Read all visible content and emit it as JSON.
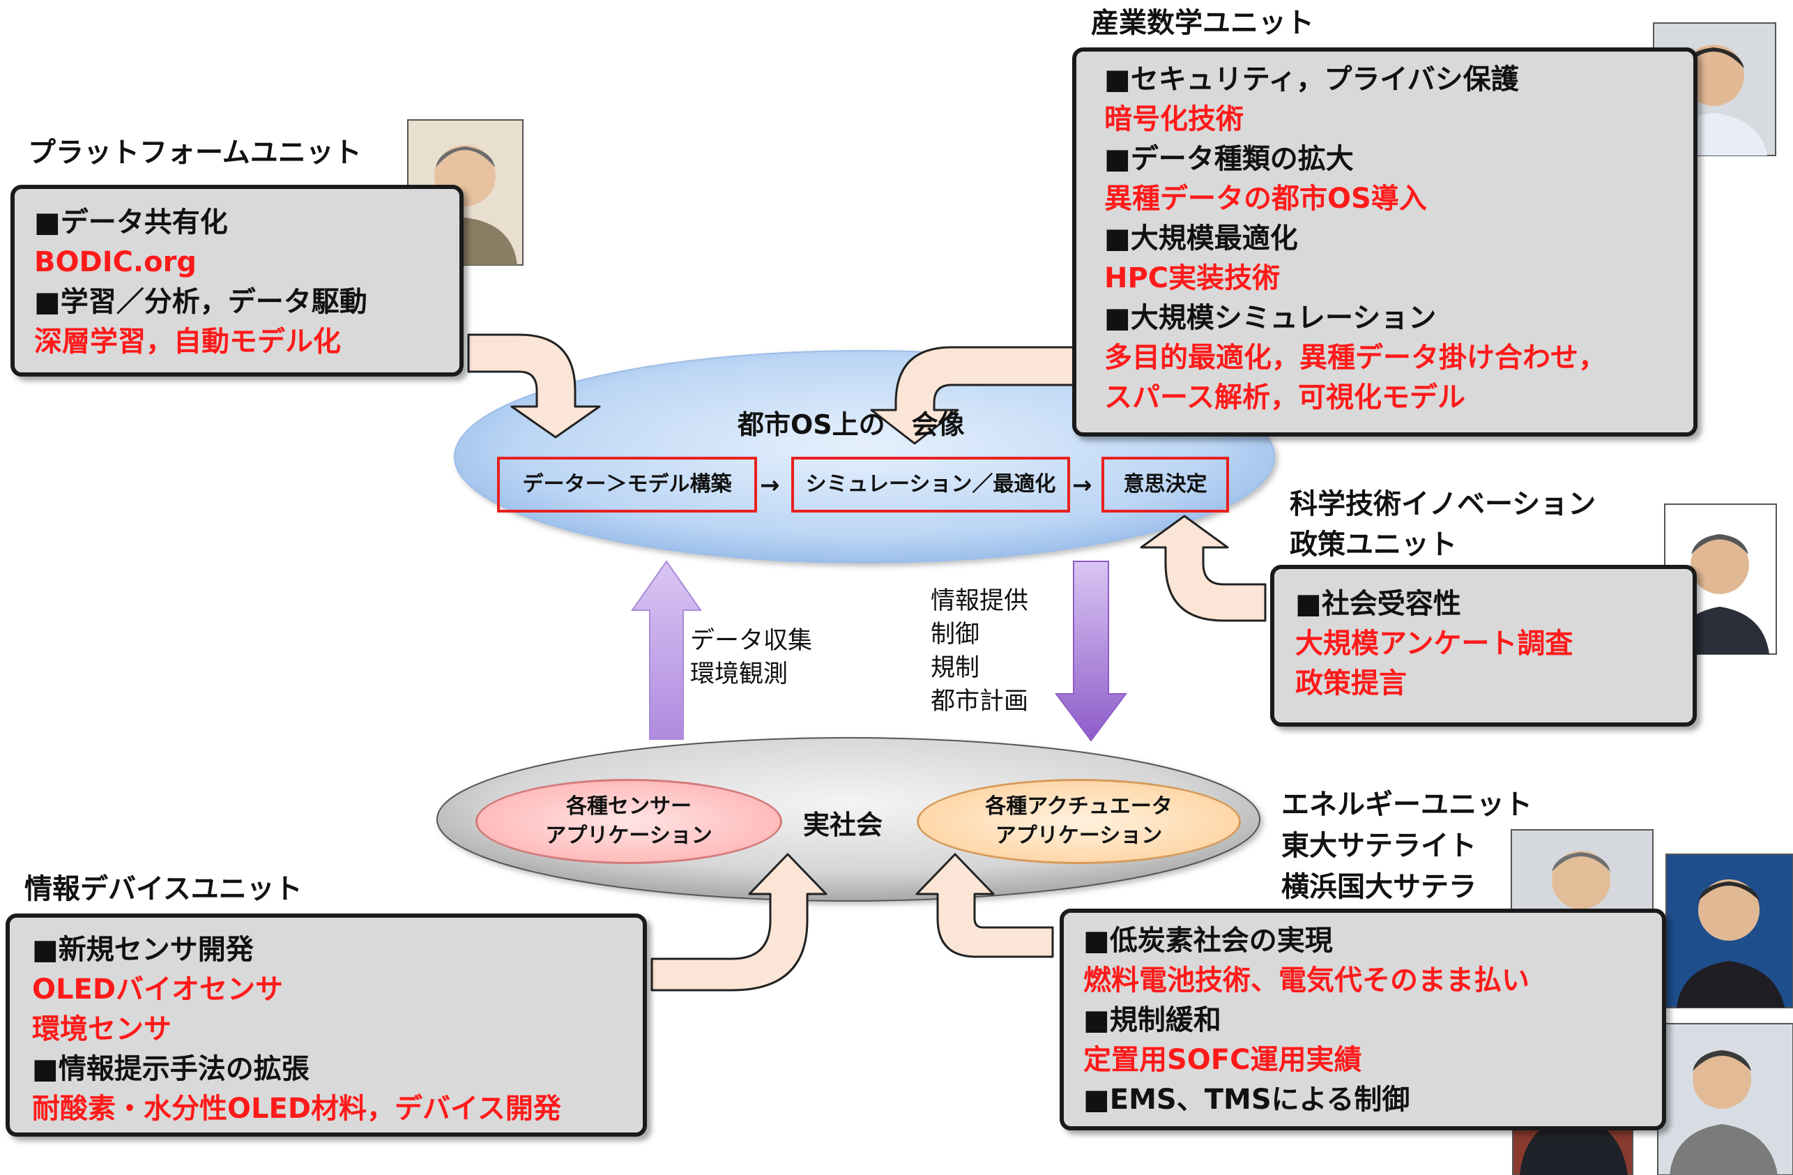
{
  "platform": {
    "title": "プラットフォームユニット",
    "lines": [
      {
        "text": "■データ共有化",
        "red": false
      },
      {
        "text": "BODIC.org",
        "red": true
      },
      {
        "text": "■学習／分析，データ駆動",
        "red": false
      },
      {
        "text": "深層学習，自動モデル化",
        "red": true
      }
    ],
    "photo_icon": "person-photo"
  },
  "industrial_math": {
    "title": "産業数学ユニット",
    "lines": [
      {
        "text": "■セキュリティ，プライバシ保護",
        "red": false
      },
      {
        "text": "暗号化技術",
        "red": true
      },
      {
        "text": "■データ種類の拡大",
        "red": false
      },
      {
        "text": "異種データの都市OS導入",
        "red": true
      },
      {
        "text": "■大規模最適化",
        "red": false
      },
      {
        "text": "HPC実装技術",
        "red": true
      },
      {
        "text": "■大規模シミュレーション",
        "red": false
      },
      {
        "text": "多目的最適化，異種データ掛け合わせ，",
        "red": true
      },
      {
        "text": "スパース解析，可視化モデル",
        "red": true
      }
    ],
    "photo_icon": "person-photo"
  },
  "science_policy": {
    "title_lines": [
      "科学技術イノベーション",
      "政策ユニット"
    ],
    "lines": [
      {
        "text": "■社会受容性",
        "red": false
      },
      {
        "text": "大規模アンケート調査",
        "red": true
      },
      {
        "text": "政策提言",
        "red": true
      }
    ],
    "photo_icon": "person-photo"
  },
  "info_device": {
    "title": "情報デバイスユニット",
    "lines": [
      {
        "text": "■新規センサ開発",
        "red": false
      },
      {
        "text": "OLEDバイオセンサ",
        "red": true
      },
      {
        "text": "環境センサ",
        "red": true
      },
      {
        "text": "■情報提示手法の拡張",
        "red": false
      },
      {
        "text": "耐酸素・水分性OLED材料，デバイス開発",
        "red": true
      }
    ],
    "photo_icon": "person-photo"
  },
  "energy": {
    "title_lines": [
      "エネルギーユニット",
      "東大サテライト",
      "横浜国大サテラ"
    ],
    "lines": [
      {
        "text": "■低炭素社会の実現",
        "red": false
      },
      {
        "text": "燃料電池技術、電気代そのまま払い",
        "red": true
      },
      {
        "text": "■規制緩和",
        "red": false
      },
      {
        "text": "定置用SOFC運用実績",
        "red": true
      },
      {
        "text": "■EMS、TMSによる制御",
        "red": false
      }
    ],
    "photo_icons": [
      "person-photo",
      "person-photo",
      "person-photo",
      "person-photo"
    ]
  },
  "city_os": {
    "label": "都市OS上の　会像",
    "flow": [
      "データー＞モデル構築",
      "シミュレーション／最適化",
      "意思決定"
    ],
    "arrow_glyph": "→"
  },
  "real_society": {
    "label": "実社会",
    "sensor": [
      "各種センサー",
      "アプリケーション"
    ],
    "actuator": [
      "各種アクチュエータ",
      "アプリケーション"
    ]
  },
  "up_labels": [
    "データ収集",
    "環境観測"
  ],
  "down_labels": [
    "情報提供",
    "制御",
    "規制",
    "都市計画"
  ],
  "colors": {
    "box_fill": "#d9d9d9",
    "red_text": "#ff1a1a",
    "flow_border": "#e8201e",
    "city_os_ellipse": "#bcd6f5",
    "real_society_ellipse": "#d6d6d6",
    "purple_arrow": "#9a6fd0",
    "peach_arrow": "#fbe5d6"
  }
}
